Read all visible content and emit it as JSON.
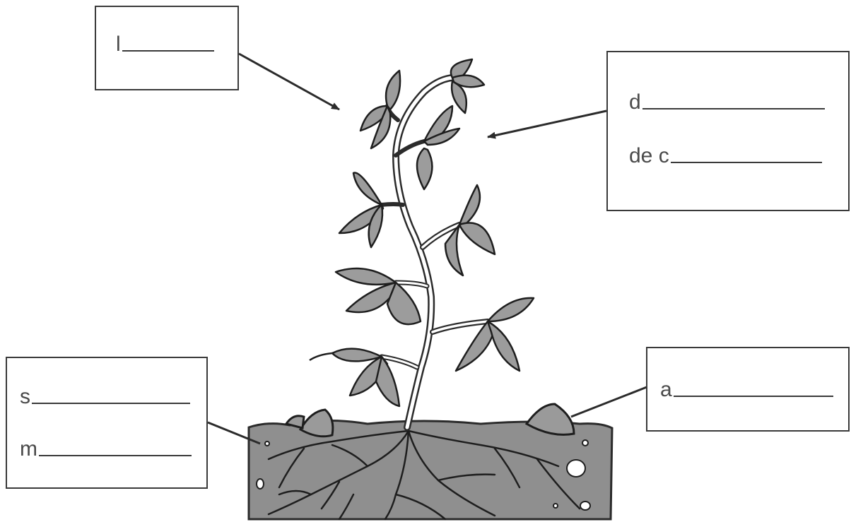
{
  "labels": {
    "top_left": [
      "l"
    ],
    "top_right": [
      "d",
      "de c"
    ],
    "bottom_left": [
      "s",
      "m"
    ],
    "bottom_right": [
      "a"
    ]
  },
  "colors": {
    "leaf_fill": "#9c9c9c",
    "soil_fill": "#8f8f8f",
    "outline": "#2b2b2b",
    "box_border": "#3a3a3a"
  }
}
